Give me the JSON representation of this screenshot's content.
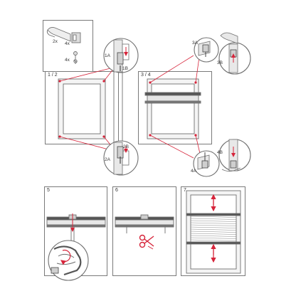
{
  "parts": {
    "bracket_qty": "2x",
    "clip_qty": "4x",
    "screw_qty": "4x"
  },
  "panels": {
    "p12": "1 / 2",
    "p34": "3 / 4",
    "p5": "5",
    "p6": "6",
    "p7": "7"
  },
  "callouts": {
    "c1a": "1A",
    "c1b": "1B",
    "c2a": "2A",
    "c2b": "2B",
    "c3a": "3A",
    "c3b": "3B",
    "c4a": "4A",
    "c4b": "4B"
  },
  "colors": {
    "accent": "#d6243a",
    "line": "#6f6f6f",
    "fill": "#eeeeee"
  }
}
